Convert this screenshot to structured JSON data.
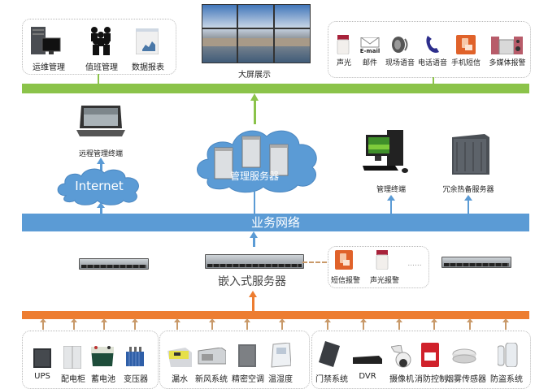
{
  "top_left_group": {
    "items": [
      {
        "label": "运维管理",
        "icon": "server-monitor-icon"
      },
      {
        "label": "值班管理",
        "icon": "people-group-icon"
      },
      {
        "label": "数据报表",
        "icon": "report-chart-icon"
      }
    ]
  },
  "video_wall": {
    "label": "大屏展示",
    "icon": "video-wall-icon"
  },
  "top_right_group": {
    "items": [
      {
        "label": "声光",
        "icon": "siren-icon"
      },
      {
        "label": "邮件",
        "icon": "email-icon",
        "sublabel": "E-mail"
      },
      {
        "label": "现场语音",
        "icon": "speaker-icon"
      },
      {
        "label": "电话语音",
        "icon": "phone-icon"
      },
      {
        "label": "手机短信",
        "icon": "sms-icon"
      },
      {
        "label": "多媒体报警",
        "icon": "stereo-icon"
      }
    ]
  },
  "middle": {
    "remote_terminal": {
      "label": "远程管理终端",
      "icon": "laptop-icon"
    },
    "internet": {
      "label": "Internet",
      "icon": "cloud-icon"
    },
    "management_servers": {
      "label": "管理服务器",
      "icon": "cloud-servers-icon"
    },
    "management_terminal": {
      "label": "管理终端",
      "icon": "desktop-pc-icon"
    },
    "redundant_server": {
      "label": "冗余热备服务器",
      "icon": "tower-server-icon"
    }
  },
  "business_network": {
    "label": "业务网络"
  },
  "embedded": {
    "server_label": "嵌入式服务器",
    "alarm_group": {
      "items": [
        {
          "label": "短信报警",
          "icon": "sms-icon"
        },
        {
          "label": "声光报警",
          "icon": "siren-icon"
        }
      ],
      "more": "......"
    }
  },
  "bottom_groups": [
    {
      "items": [
        {
          "label": "UPS",
          "icon": "ups-icon"
        },
        {
          "label": "配电柜",
          "icon": "cabinet-icon"
        },
        {
          "label": "蓄电池",
          "icon": "battery-icon"
        },
        {
          "label": "变压器",
          "icon": "transformer-icon"
        }
      ]
    },
    {
      "items": [
        {
          "label": "漏水",
          "icon": "leak-sensor-icon"
        },
        {
          "label": "新风系统",
          "icon": "ventilation-icon"
        },
        {
          "label": "精密空调",
          "icon": "aircon-icon"
        },
        {
          "label": "温湿度",
          "icon": "thermo-hygrometer-icon"
        }
      ]
    },
    {
      "items": [
        {
          "label": "门禁系统",
          "icon": "access-control-icon"
        },
        {
          "label": "DVR",
          "icon": "dvr-icon"
        },
        {
          "label": "摄像机",
          "icon": "camera-icon"
        },
        {
          "label": "消防控制",
          "icon": "fire-alarm-icon"
        },
        {
          "label": "烟雾传感器",
          "icon": "smoke-sensor-icon"
        },
        {
          "label": "防盗系统",
          "icon": "anti-theft-icon"
        }
      ]
    }
  ],
  "colors": {
    "green_bus": "#8bc34a",
    "blue_bus": "#5b9bd5",
    "orange_bus": "#ed7d31"
  }
}
